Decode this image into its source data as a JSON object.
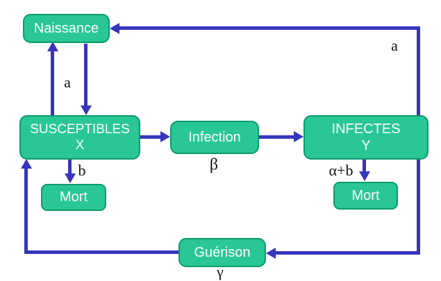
{
  "diagram": {
    "nodes": {
      "naissance": {
        "label": "Naissance"
      },
      "susceptibles": {
        "line1": "SUSCEPTIBLES",
        "line2": "X"
      },
      "infection": {
        "label": "Infection"
      },
      "infectes": {
        "line1": "INFECTES",
        "line2": "Y"
      },
      "mort_susceptibles": {
        "label": "Mort"
      },
      "mort_infectes": {
        "label": "Mort"
      },
      "guerison": {
        "label": "Guérison"
      }
    },
    "edge_labels": {
      "a_vertical": "a",
      "a_loop": "a",
      "b": "b",
      "beta": "β",
      "alpha_plus_b": "α+b",
      "gamma": "γ"
    },
    "edges": [
      {
        "from": "susceptibles",
        "to": "naissance",
        "label": "a"
      },
      {
        "from": "naissance",
        "to": "susceptibles",
        "label": "a"
      },
      {
        "from": "susceptibles",
        "to": "infection"
      },
      {
        "from": "infection",
        "to": "infectes",
        "label": "β"
      },
      {
        "from": "susceptibles",
        "to": "mort_susceptibles",
        "label": "b"
      },
      {
        "from": "infectes",
        "to": "mort_infectes",
        "label": "α+b"
      },
      {
        "from": "infectes",
        "to": "naissance",
        "label": "a"
      },
      {
        "from": "infectes",
        "to": "guerison",
        "label": "γ"
      },
      {
        "from": "guerison",
        "to": "susceptibles"
      }
    ],
    "colors": {
      "node_fill": "#29C795",
      "node_border": "#0B9B6C",
      "node_text": "#FFFFFF",
      "arrow": "#3535BE",
      "label_text": "#111111",
      "background": "#FFFFFF"
    }
  }
}
